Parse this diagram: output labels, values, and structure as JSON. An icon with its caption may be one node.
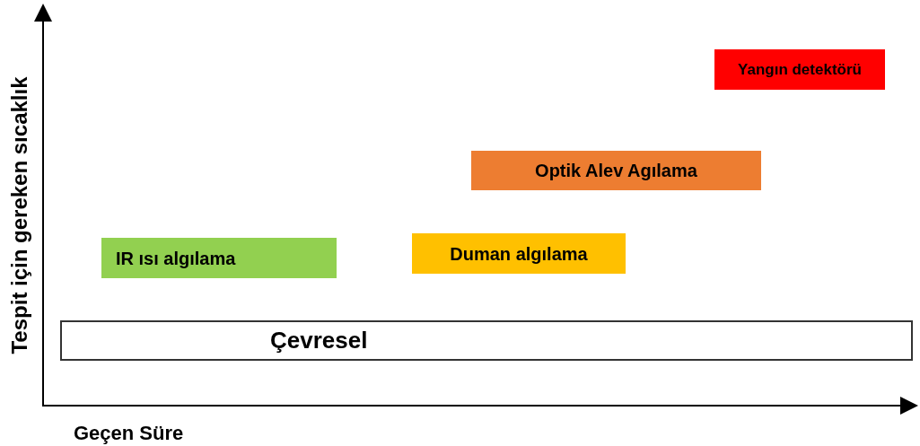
{
  "diagram": {
    "nodes": [
      {
        "text": [
          "Yangın detektörü"
        ]
      },
      {
        "text": [
          "Optik Alev Agılama"
        ]
      },
      {
        "text": [
          "Duman algılama"
        ]
      },
      {
        "text": [
          "IR ısı algılama"
        ]
      },
      {
        "text": [
          "Çevresel"
        ]
      }
    ],
    "labels": [
      "Tespit için gereken sıcaklık",
      "Geçen Süre"
    ]
  }
}
